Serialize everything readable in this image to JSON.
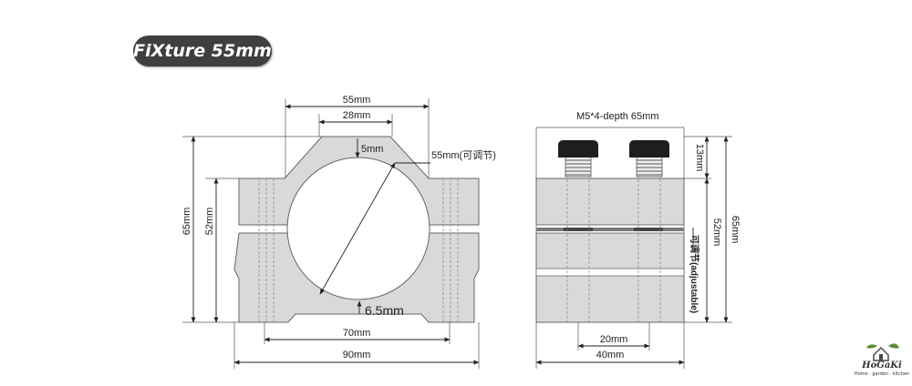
{
  "header": {
    "title": "FiXture  55mm"
  },
  "front_view": {
    "dim_top_outer": "55mm",
    "dim_top_inner": "28mm",
    "dim_gap": "5mm",
    "dim_bore": "55mm(可调节)",
    "dim_total_height": "65mm",
    "dim_body_height": "52mm",
    "dim_base_gap": "6.5mm",
    "dim_base_inner": "70mm",
    "dim_width": "90mm"
  },
  "side_view": {
    "bolt_label": "M5*4-depth 65mm",
    "dim_bolt_height": "13mm",
    "dim_body_height": "52mm",
    "dim_total_height": "65mm",
    "adjustable_label": "可调节(adjustable)",
    "dim_bolt_spacing": "20mm",
    "dim_width": "40mm"
  },
  "logo": {
    "name": "HoGaKi",
    "tagline": "Home · garden · kitchen"
  }
}
